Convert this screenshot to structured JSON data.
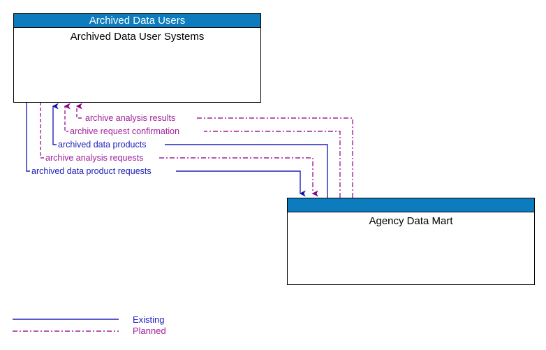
{
  "diagram": {
    "type": "context-data-flow-diagram",
    "colors": {
      "header_band": "#0C7CBE",
      "existing": "#2222BB",
      "planned": "#A0209A",
      "box_border": "#000000",
      "background": "#FFFFFF"
    },
    "nodes": [
      {
        "id": "archived-data-users",
        "header": "Archived Data Users",
        "title": "Archived Data User Systems"
      },
      {
        "id": "agency-data-mart",
        "header": "",
        "title": "Agency Data Mart"
      }
    ],
    "flows": [
      {
        "id": "archive-analysis-results",
        "label": "archive analysis results",
        "status": "Planned",
        "direction": "agency-data-mart-to-archived-data-users"
      },
      {
        "id": "archive-request-confirmation",
        "label": "archive request confirmation",
        "status": "Planned",
        "direction": "agency-data-mart-to-archived-data-users"
      },
      {
        "id": "archived-data-products",
        "label": "archived data products",
        "status": "Existing",
        "direction": "agency-data-mart-to-archived-data-users"
      },
      {
        "id": "archive-analysis-requests",
        "label": "archive analysis requests",
        "status": "Planned",
        "direction": "archived-data-users-to-agency-data-mart"
      },
      {
        "id": "archived-data-product-requests",
        "label": "archived data product requests",
        "status": "Existing",
        "direction": "archived-data-users-to-agency-data-mart"
      }
    ]
  },
  "legend": {
    "items": [
      {
        "label": "Existing",
        "style": "solid",
        "color": "#2222BB"
      },
      {
        "label": "Planned",
        "style": "dash-dot",
        "color": "#A0209A"
      }
    ]
  }
}
